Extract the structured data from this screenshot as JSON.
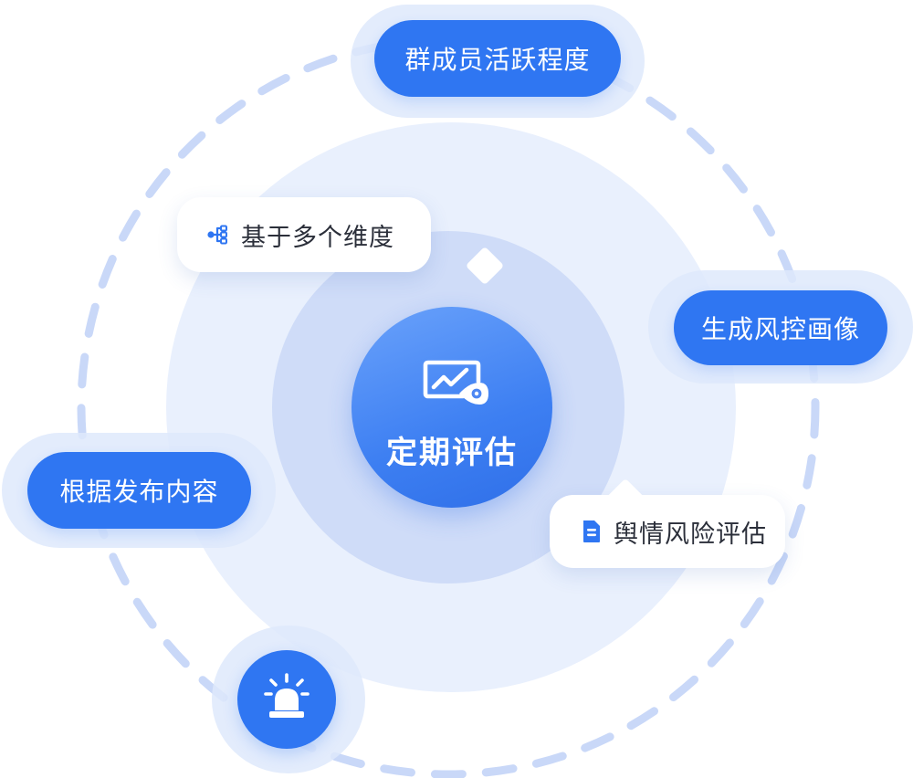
{
  "center": {
    "label": "定期评估",
    "icon": "monitor-eye-icon"
  },
  "pills": {
    "top": "群成员活跃程度",
    "right": "生成风控画像",
    "left": "根据发布内容"
  },
  "bubbles": {
    "dimensions": {
      "label": "基于多个维度",
      "icon": "tree-branch-icon"
    },
    "sentiment": {
      "label": "舆情风险评估",
      "icon": "document-icon"
    }
  },
  "alarm": {
    "icon": "alarm-light-icon"
  },
  "colors": {
    "primary": "#2f76f2",
    "halo": "#dee9fc",
    "ring_outer": "#e9f0fd",
    "ring_inner": "#cfdcf8",
    "dash": "#c9d8f8"
  }
}
